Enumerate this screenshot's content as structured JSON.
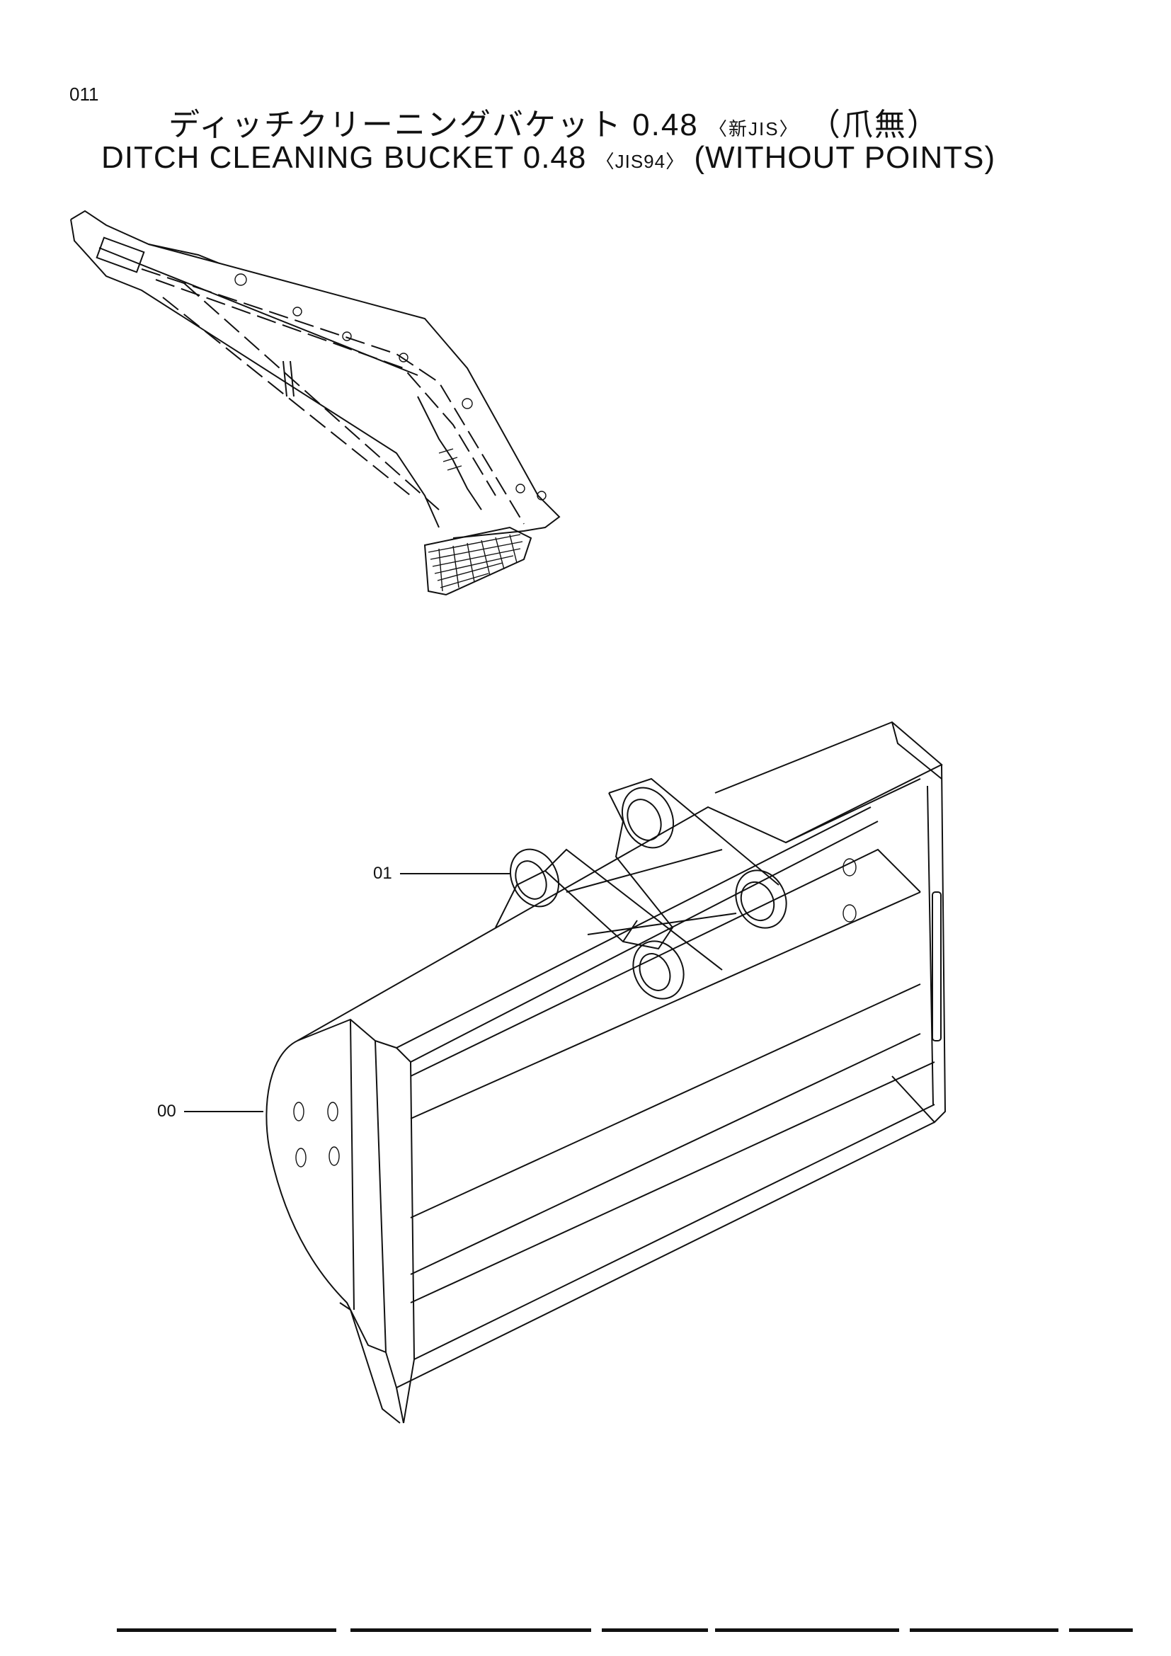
{
  "header": {
    "page_number": "011",
    "title_jp_main": "ディッチクリーニングバケット 0.48",
    "title_jp_std": "〈新JIS〉",
    "title_jp_note": "（爪無）",
    "title_en_main": "DITCH CLEANING BUCKET 0.48",
    "title_en_std": "〈JIS94〉",
    "title_en_note": "(WITHOUT POINTS)"
  },
  "parts": [
    {
      "ref": "01"
    },
    {
      "ref": "00"
    }
  ]
}
